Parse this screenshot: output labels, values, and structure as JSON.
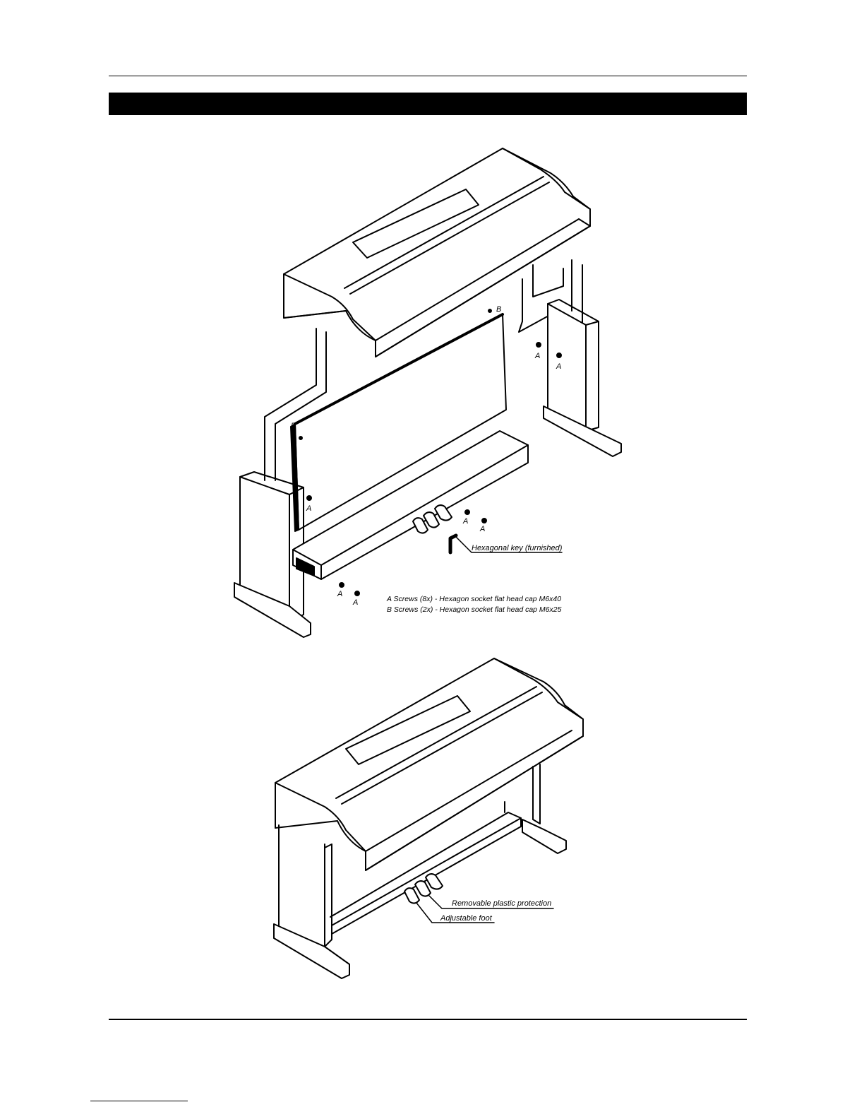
{
  "header": {
    "title": ""
  },
  "figure1": {
    "callout_a": "A",
    "callout_b": "B",
    "hex_key_label": "Hexagonal key (furnished)",
    "legend_a": "A Screws (8x) - Hexagon socket flat head cap M6x40",
    "legend_b": "B Screws (2x) - Hexagon socket flat head cap M6x25"
  },
  "figure2": {
    "protection_label": "Removable plastic protection",
    "foot_label": "Adjustable foot"
  }
}
